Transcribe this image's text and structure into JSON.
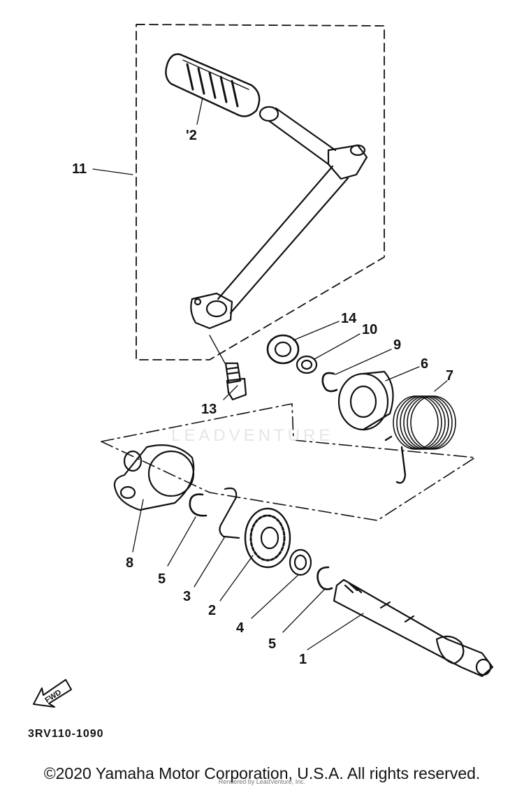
{
  "callouts": {
    "c1": "1",
    "c2": "2",
    "c2_grip": "'2",
    "c3": "3",
    "c4": "4",
    "c5a": "5",
    "c5b": "5",
    "c6": "6",
    "c7": "7",
    "c8": "8",
    "c9": "9",
    "c10": "10",
    "c11": "11",
    "c13": "13",
    "c14": "14"
  },
  "fwd_label": "FWD",
  "part_code": "3RV110-1090",
  "watermark": "LEADVENTURE",
  "copyright": "©2020 Yamaha Motor Corporation, U.S.A. All rights reserved.",
  "rendered_by": "Rendered by LeadVenture, Inc."
}
